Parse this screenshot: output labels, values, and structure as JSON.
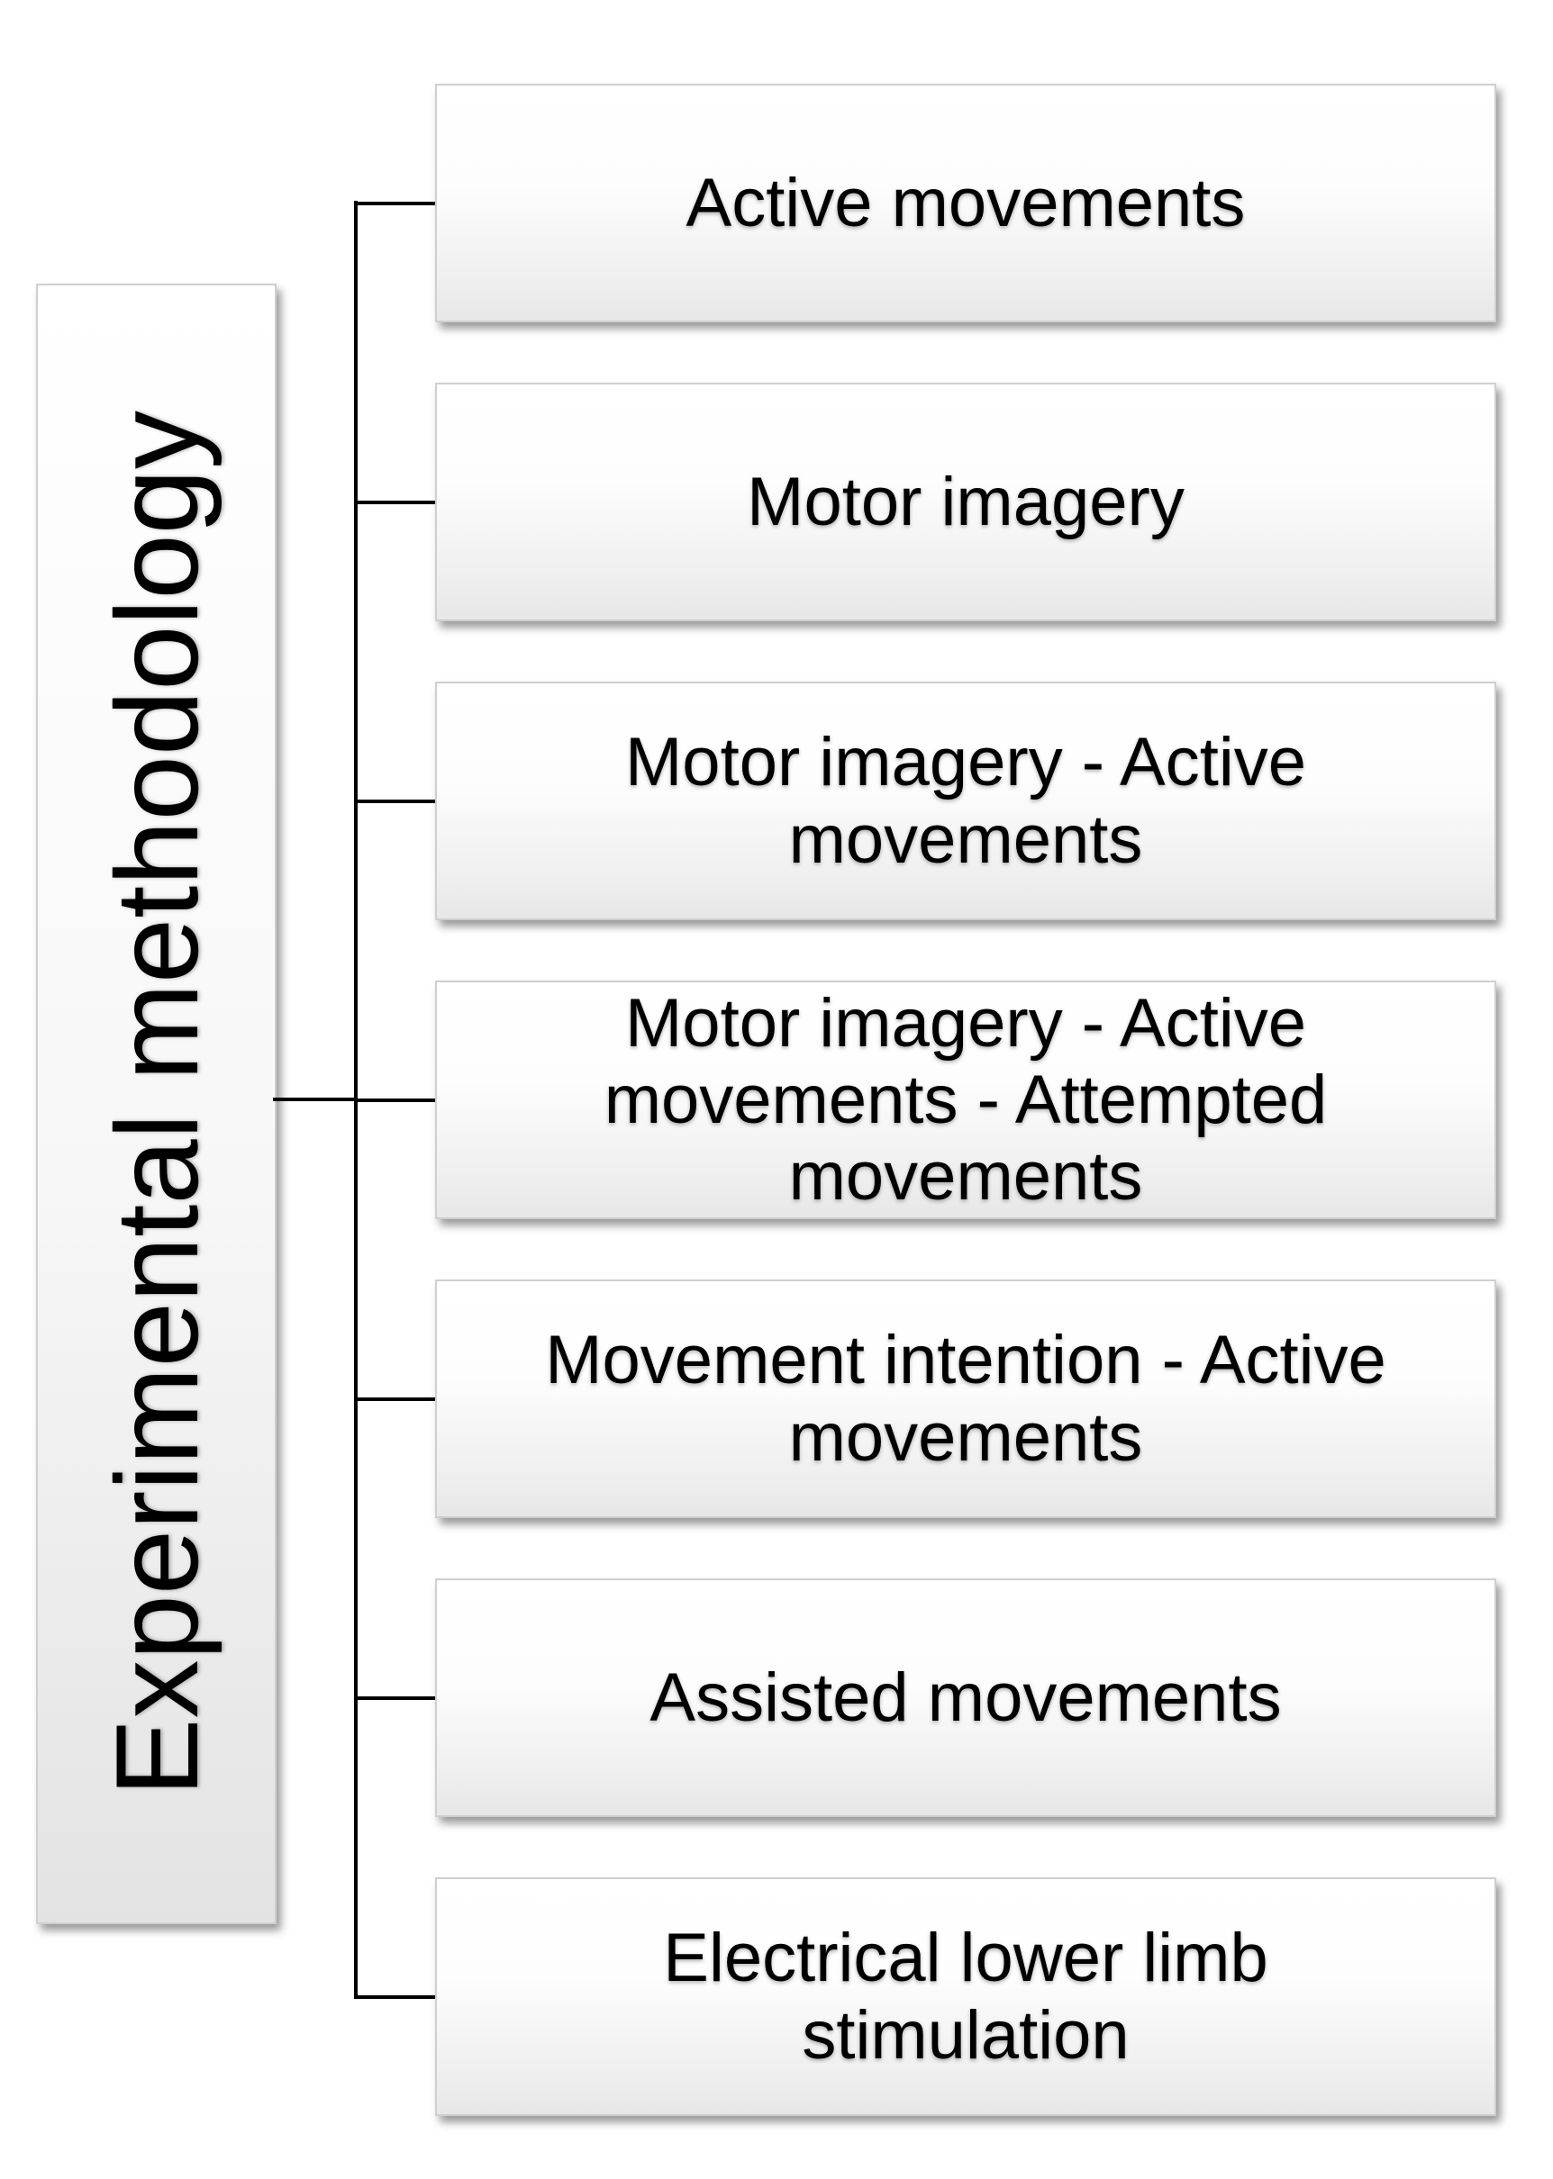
{
  "diagram": {
    "type": "hierarchy",
    "orientation": "left-to-right",
    "root": {
      "label": "Experimental methodology"
    },
    "children": [
      {
        "label": "Active movements"
      },
      {
        "label": "Motor imagery"
      },
      {
        "label": "Motor imagery - Active movements"
      },
      {
        "label": "Motor imagery - Active movements - Attempted movements"
      },
      {
        "label": "Movement intention - Active movements"
      },
      {
        "label": "Assisted movements"
      },
      {
        "label": "Electrical lower limb stimulation"
      }
    ],
    "colors": {
      "box_fill_top": "#ffffff",
      "box_fill_bottom": "#e7e7e7",
      "box_border": "#cfcfcf",
      "connector": "#000000",
      "text": "#000000",
      "background": "#ffffff"
    }
  }
}
